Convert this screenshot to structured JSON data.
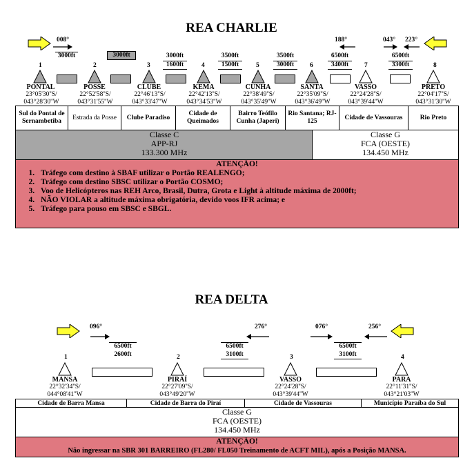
{
  "charlie": {
    "title": "REA CHARLIE",
    "headings": {
      "left": "008°",
      "right1": "188°",
      "right2": "043°",
      "right3": "223°"
    },
    "alts": [
      {
        "top": "3000ft",
        "bot": ""
      },
      {
        "top": "3000ft",
        "bot": ""
      },
      {
        "top": "3000ft",
        "bot": "1600ft"
      },
      {
        "top": "3500ft",
        "bot": "1500ft"
      },
      {
        "top": "3500ft",
        "bot": "3000ft"
      },
      {
        "top": "6500ft",
        "bot": "3400ft"
      },
      {
        "top": "6500ft",
        "bot": "3300ft"
      }
    ],
    "points": [
      {
        "num": "1",
        "name": "PONTAL",
        "c1": "23°05'30''S/",
        "c2": "043°28'30''W",
        "loc": "Sul do Pontal de Sernambetiba"
      },
      {
        "num": "2",
        "name": "POSSE",
        "c1": "22°52'58''S/",
        "c2": "043°31'55''W",
        "loc": "Estrada da Posse"
      },
      {
        "num": "3",
        "name": "CLUBE",
        "c1": "22°46'13''S/",
        "c2": "043°33'47''W",
        "loc": "Clube Paradiso"
      },
      {
        "num": "4",
        "name": "KEMA",
        "c1": "22°42'13''S/",
        "c2": "043°34'53''W",
        "loc": "Cidade de Queimados"
      },
      {
        "num": "5",
        "name": "CUNHA",
        "c1": "22°38'49''S/",
        "c2": "043°35'49''W",
        "loc": "Bairro Teófilo Cunha (Japeri)"
      },
      {
        "num": "6",
        "name": "SANTA",
        "c1": "22°35'09''S/",
        "c2": "043°36'49''W",
        "loc": "Rio Santana; RJ-125"
      },
      {
        "num": "7",
        "name": "VASSO",
        "c1": "22°24'28''S/",
        "c2": "043°39'44''W",
        "loc": "Cidade de Vassouras"
      },
      {
        "num": "8",
        "name": "PRETO",
        "c1": "22°04'17''S/",
        "c2": "043°31'30''W",
        "loc": "Rio Preto"
      }
    ],
    "classC": {
      "l1": "Classe C",
      "l2": "APP-RJ",
      "l3": "133.300 MHz"
    },
    "classG": {
      "l1": "Classe G",
      "l2": "FCA (OESTE)",
      "l3": "134.450 MHz"
    },
    "attention": {
      "title": "ATENÇÃO!",
      "items": [
        "Tráfego com destino à SBAF utilizar o Portão REALENGO;",
        "Tráfego com destino SBSC utilizar o Portão COSMO;",
        "Voo de Helicópteros nas REH Arco, Brasil, Dutra, Grota e Light à altitude máxima de 2000ft;",
        "NÃO VIOLAR a altitude máxima obrigatória, devido voos IFR acima; e",
        "Tráfego para pouso em SBSC e SBGL."
      ]
    },
    "colors": {
      "grey": "#a6a6a6",
      "attention": "#e07880",
      "arrow": "#ffff33"
    }
  },
  "delta": {
    "title": "REA DELTA",
    "headings": {
      "h1": "096°",
      "h2": "276°",
      "h3": "076°",
      "h4": "256°"
    },
    "alts": [
      {
        "top": "6500ft",
        "bot": "2600ft"
      },
      {
        "top": "6500ft",
        "bot": "3100ft"
      },
      {
        "top": "6500ft",
        "bot": "3100ft"
      }
    ],
    "points": [
      {
        "num": "1",
        "name": "MANSA",
        "c1": "22°32'34''S/",
        "c2": "044°08'41''W",
        "loc": "Cidade de Barra Mansa"
      },
      {
        "num": "2",
        "name": "PIRAÍ",
        "c1": "22°27'09''S/",
        "c2": "043°49'20''W",
        "loc": "Cidade de Barra do Piraí"
      },
      {
        "num": "3",
        "name": "VASSO",
        "c1": "22°24'28''S/",
        "c2": "043°39'44''W",
        "loc": "Cidade de Vassouras"
      },
      {
        "num": "4",
        "name": "PARA",
        "c1": "22°11'31''S/",
        "c2": "043°21'03''W",
        "loc": "Município Paraíba do Sul"
      }
    ],
    "classG": {
      "l1": "Classe G",
      "l2": "FCA (OESTE)",
      "l3": "134.450 MHz"
    },
    "attention": {
      "title": "ATENÇÃO!",
      "text": "Não ingressar na SBR 301 BARREIRO (FL280/ FL050 Treinamento de ACFT MIL), após a Posição MANSA."
    }
  }
}
